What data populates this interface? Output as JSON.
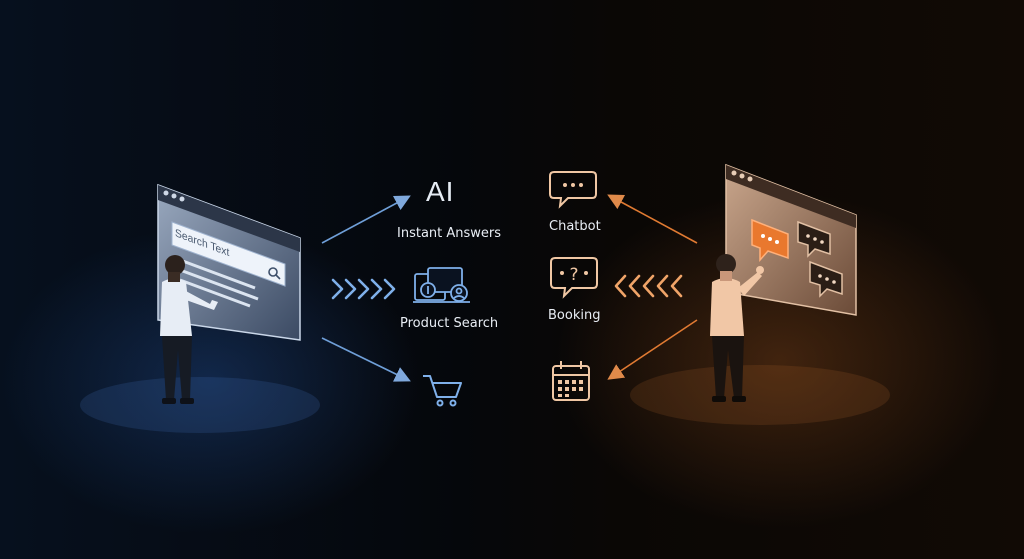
{
  "left": {
    "search_placeholder": "Search Text",
    "ai_label": "AI",
    "instant_answers_label": "Instant Answers",
    "product_search_label": "Product Search"
  },
  "right": {
    "chatbot_label": "Chatbot",
    "booking_label": "Booking"
  },
  "colors": {
    "blue_accent": "#6f9fd8",
    "orange_accent": "#e07a32",
    "icon_blue": "#7fb0ea",
    "icon_orange": "#f0c7a4"
  }
}
